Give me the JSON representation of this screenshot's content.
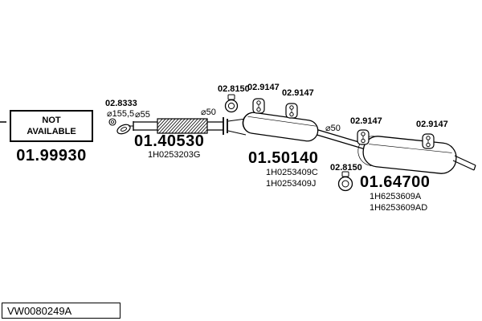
{
  "colors": {
    "line": "#000000",
    "background": "#ffffff"
  },
  "not_available_box": {
    "line1": "NOT",
    "line2": "AVAILABLE"
  },
  "parts": {
    "not_available_part": {
      "number": "01.99930"
    },
    "coupling": {
      "label": "02.8333",
      "diameter": "⌀155,5"
    },
    "front_pipe": {
      "number": "01.40530",
      "oe": "1H0253203G",
      "inlet_diameter": "⌀55",
      "outlet_diameter": "⌀50"
    },
    "clamp": {
      "label": "02.8150"
    },
    "hanger": {
      "label": "02.9147"
    },
    "mid_muffler": {
      "number": "01.50140",
      "oe1": "1H0253409C",
      "oe2": "1H0253409J",
      "outlet_diameter": "⌀50"
    },
    "rear_muffler": {
      "number": "01.64700",
      "oe1": "1H6253609A",
      "oe2": "1H6253609AD"
    }
  },
  "footer": {
    "code": "VW0080249A"
  }
}
